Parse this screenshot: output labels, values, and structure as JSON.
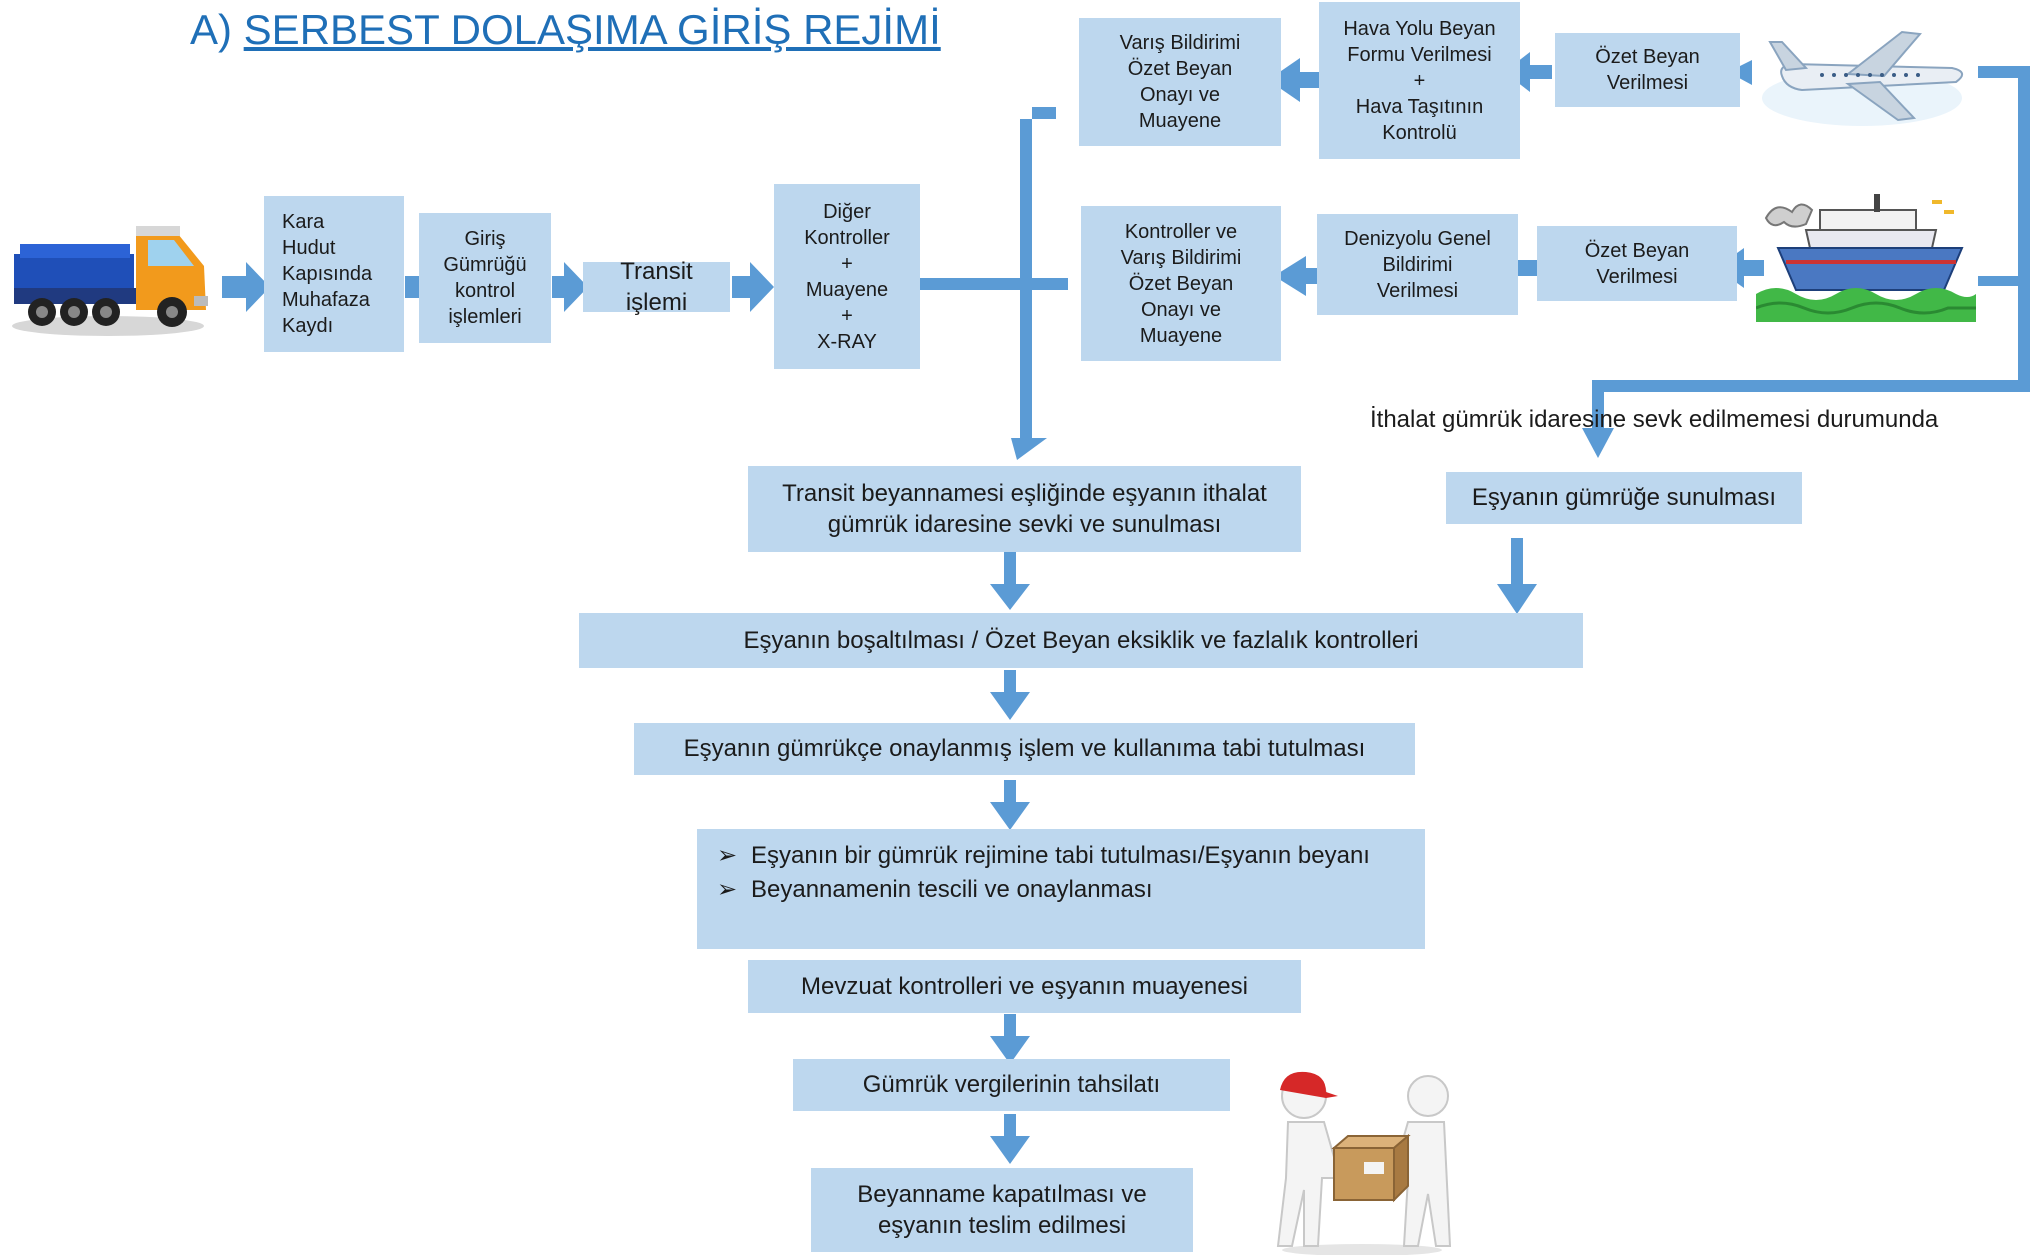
{
  "title": {
    "prefix": "A)",
    "text": "SERBEST DOLAŞIMA GİRİŞ REJİMİ"
  },
  "land_route": {
    "kara_hudut": "Kara\nHudut\nKapısında\nMuhafaza\nKaydı",
    "giris_gumrugu": "Giriş\nGümrüğü\nkontrol\nişlemleri",
    "transit": "Transit işlemi",
    "diger_kontroller": "Diğer\nKontroller\n+\nMuayene\n+\nX-RAY"
  },
  "air_route": {
    "ozet_beyan": "Özet Beyan\nVerilmesi",
    "hava_yolu": "Hava Yolu Beyan\nFormu Verilmesi\n+\nHava Taşıtının\nKontrolü",
    "varis": "Varış Bildirimi\nÖzet Beyan\nOnayı ve\nMuayene"
  },
  "sea_route": {
    "ozet_beyan": "Özet Beyan\nVerilmesi",
    "denizyolu": "Denizyolu Genel\nBildirimi\nVerilmesi",
    "kontroller": "Kontroller ve\nVarış Bildirimi\nÖzet Beyan\nOnayı ve\nMuayene"
  },
  "note": "İthalat gümrük idaresine sevk edilmemesi durumunda",
  "steps": {
    "transit_beyan": "Transit beyannamesi eşliğinde eşyanın ithalat\ngümrük idaresine sevki ve sunulması",
    "gumruge_sunulma": "Eşyanın gümrüğe sunulması",
    "bosaltma": "Eşyanın boşaltılması / Özet Beyan eksiklik ve fazlalık kontrolleri",
    "onaylanmis": "Eşyanın gümrükçe onaylanmış işlem ve kullanıma tabi tutulması",
    "bullets": [
      "Eşyanın bir gümrük rejimine tabi tutulması/Eşyanın beyanı",
      "Beyannamenin tescili ve onaylanması"
    ],
    "mevzuat": "Mevzuat kontrolleri ve eşyanın muayenesi",
    "vergi": "Gümrük vergilerinin tahsilatı",
    "kapanis": "Beyanname kapatılması ve\neşyanın teslim edilmesi"
  },
  "bullet_marker": "➢",
  "icons": {
    "truck": "truck-icon",
    "airplane": "airplane-icon",
    "ship": "ship-icon",
    "delivery": "delivery-people-icon"
  },
  "colors": {
    "box_fill": "#bdd7ee",
    "arrow": "#5b9bd5",
    "title": "#1f6fb7"
  }
}
